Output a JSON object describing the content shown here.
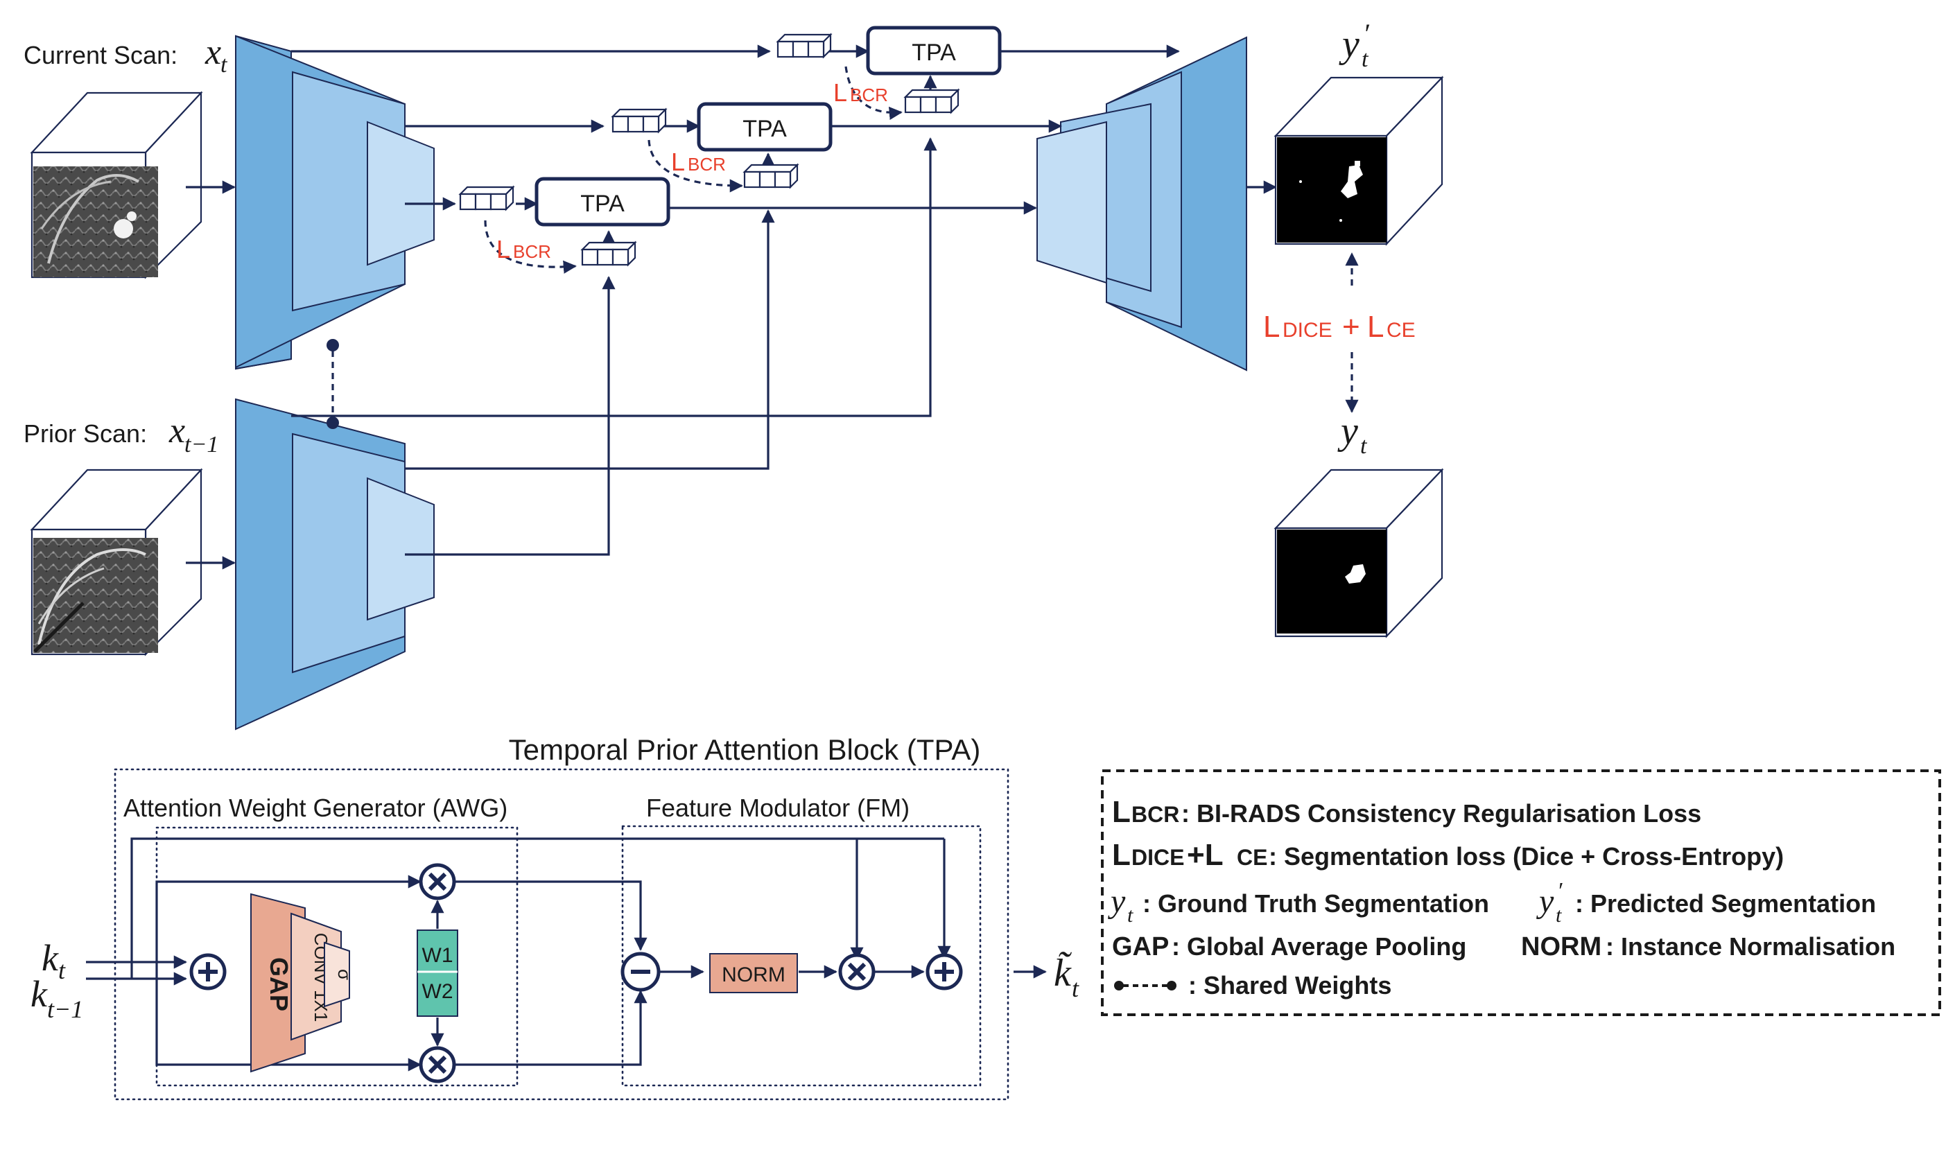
{
  "inputs": {
    "current_label": "Current Scan:",
    "current_symbol": "x",
    "current_sub": "t",
    "prior_label": "Prior Scan:",
    "prior_symbol": "x",
    "prior_sub": "t−1"
  },
  "blocks": {
    "tpa": "TPA"
  },
  "losses": {
    "bcr_main": "L",
    "bcr_sub": "BCR",
    "dice_main": "L",
    "dice_sub": "DICE",
    "plus": "+",
    "ce_main": "L",
    "ce_sub": "CE"
  },
  "outputs": {
    "pred_symbol": "y",
    "pred_prime": "′",
    "pred_sub": "t",
    "gt_symbol": "y",
    "gt_sub": "t"
  },
  "tpa_block": {
    "title": "Temporal Prior Attention Block (TPA)",
    "awg_title": "Attention Weight Generator (AWG)",
    "fm_title": "Feature Modulator (FM)",
    "gap": "GAP",
    "conv": "CONV 1X1",
    "sigma": "σ",
    "w1": "W1",
    "w2": "W2",
    "norm": "NORM",
    "k_in_1": "k",
    "k_in_1_sub": "t",
    "k_in_2": "k",
    "k_in_2_sub": "t−1",
    "k_out": "k̃",
    "k_out_sub": "t"
  },
  "legend": {
    "bcr_l": "L",
    "bcr_sub": "BCR",
    "bcr_text": ": BI-RADS Consistency Regularisation Loss",
    "dice_l": "L",
    "dice_sub": "DICE",
    "dice_plus": " +L",
    "ce_sub": "CE",
    "dice_text": ": Segmentation loss (Dice + Cross-Entropy)",
    "gt_sym": "y",
    "gt_sub": "t",
    "gt_text": " : Ground Truth Segmentation",
    "pred_sym": "y",
    "pred_prime": "′",
    "pred_sub": "t",
    "pred_text": ": Predicted Segmentation",
    "gap_key": "GAP",
    "gap_text": " : Global Average Pooling",
    "norm_key": "NORM",
    "norm_text": " : Instance Normalisation",
    "shared_text": ": Shared Weights"
  },
  "colors": {
    "encoder_dark": "#6faedd",
    "encoder_mid": "#9cc8ec",
    "encoder_light": "#c3def5",
    "edge": "#1c2854",
    "loss_red": "#e8402c",
    "gap_fill": "#e8a891",
    "w_fill": "#5fc4ad",
    "norm_fill": "#e8a891"
  }
}
